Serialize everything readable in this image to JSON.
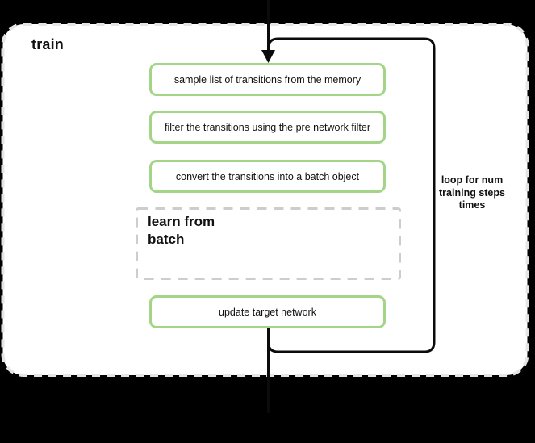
{
  "title": "train",
  "steps": [
    {
      "label": "sample list of transitions from the memory"
    },
    {
      "label": "filter the transitions using the pre network filter"
    },
    {
      "label": "convert the transitions into a batch object"
    }
  ],
  "subprocess": {
    "label": "learn from batch",
    "lines": [
      "learn from",
      "batch"
    ]
  },
  "final_step": {
    "label": "update target network"
  },
  "loop_annotation": {
    "label": "loop for num training steps times",
    "lines": [
      "loop for num",
      "training steps",
      "times"
    ]
  },
  "colors": {
    "background": "#000000",
    "surface": "#ffffff",
    "outer_border": "#e5e5e5",
    "node_border": "#a4d487",
    "subprocess_border": "#cdcdcd",
    "loop_border": "#0b0b0b",
    "ink": "#111111"
  }
}
